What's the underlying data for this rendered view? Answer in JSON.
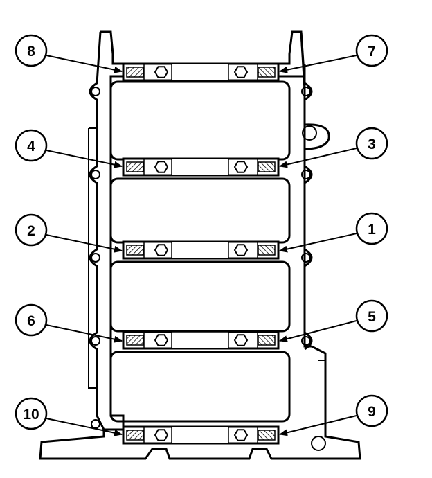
{
  "figure": {
    "callouts": [
      {
        "id": "c8",
        "text": "8"
      },
      {
        "id": "c7",
        "text": "7"
      },
      {
        "id": "c4",
        "text": "4"
      },
      {
        "id": "c3",
        "text": "3"
      },
      {
        "id": "c2",
        "text": "2"
      },
      {
        "id": "c1",
        "text": "1"
      },
      {
        "id": "c6",
        "text": "6"
      },
      {
        "id": "c5",
        "text": "5"
      },
      {
        "id": "c10",
        "text": "10"
      },
      {
        "id": "c9",
        "text": "9"
      }
    ],
    "bearing_caps": 5,
    "colors": {
      "line": "#000000",
      "background": "#ffffff"
    }
  }
}
